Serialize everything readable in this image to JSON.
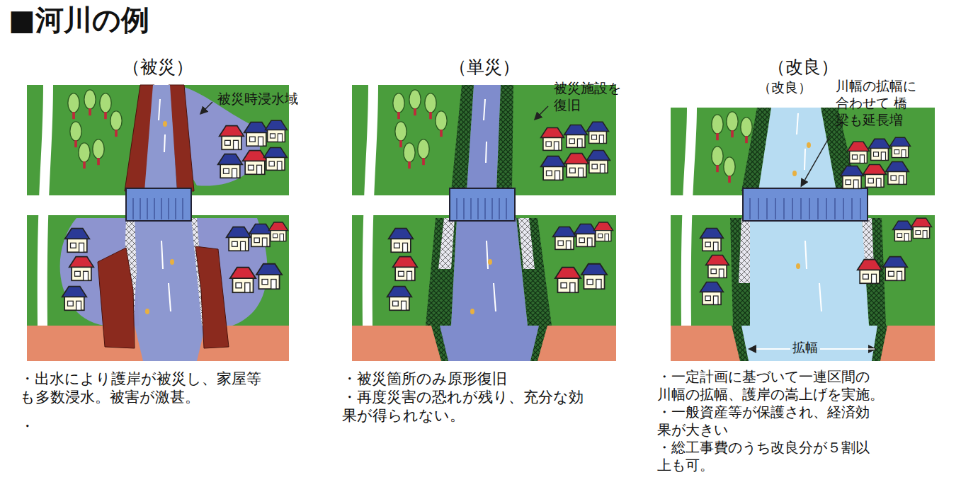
{
  "diagram": {
    "title": "■河川の例",
    "nodes": [
      {
        "text": [
          "（被災）"
        ]
      },
      {
        "text": [
          "（単災）"
        ]
      },
      {
        "text": [
          "（改良）"
        ]
      }
    ],
    "labels": [
      "被災時浸水域",
      "被災施設を 復旧",
      "（改良）",
      "川幅の拡幅に 合わせて 橋梁も延長増",
      "拡幅",
      "・出水により護岸が被災し、家屋等 も多数浸水。被害が激甚。",
      "・",
      "・被災箇所のみ原形復旧",
      "・再度災害の恐れが残り、充分な効 果が得られない。",
      "・一定計画に基づいて一連区間の 川幅の拡幅、護岸の嵩上げを実施。",
      "・一般資産等が保護され、経済効 果が大きい",
      "・総工事費のうち改良分が５割以 上も可。"
    ]
  }
}
